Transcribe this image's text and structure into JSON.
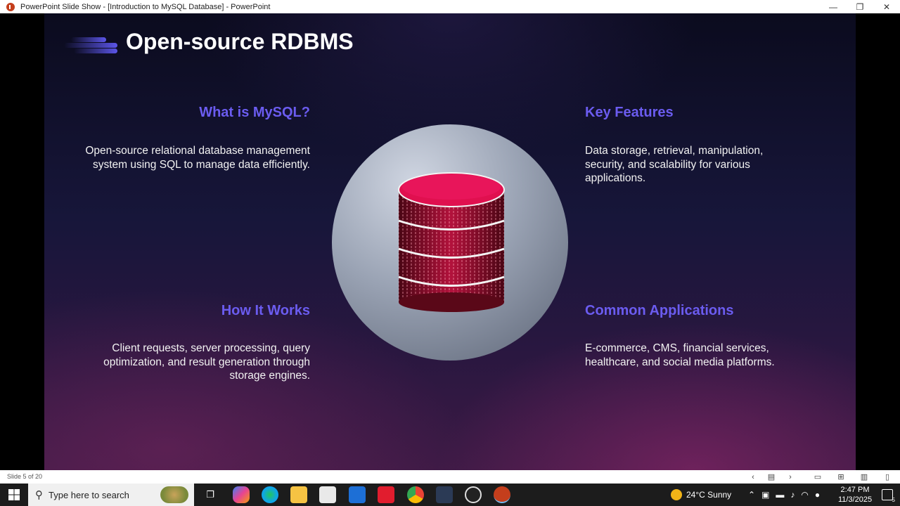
{
  "window": {
    "title": "PowerPoint Slide Show - [Introduction to MySQL Database] - PowerPoint",
    "minimize_glyph": "—",
    "restore_glyph": "❐",
    "close_glyph": "✕"
  },
  "slide": {
    "title": "Open-source RDBMS",
    "sections": [
      {
        "heading": "What is MySQL?",
        "body": "Open-source relational database management system using SQL to manage data efficiently."
      },
      {
        "heading": "Key Features",
        "body": "Data storage, retrieval, manipulation, security, and scalability for various applications."
      },
      {
        "heading": "How It Works",
        "body": "Client requests, server processing, query optimization, and result generation through storage engines."
      },
      {
        "heading": "Common Applications",
        "body": "E-commerce, CMS, financial services, healthcare, and social media platforms."
      }
    ],
    "image_icon": "database-icon",
    "colors": {
      "heading": "#6b5cf0",
      "database_top": "#e0104f",
      "database_body": "#7a0a25"
    }
  },
  "statusbar": {
    "slide_info": "Slide 5 of 20",
    "icons": [
      "previous-icon",
      "menu-icon",
      "next-icon",
      "normal-view-icon",
      "slide-sorter-icon",
      "reading-view-icon",
      "slideshow-icon"
    ]
  },
  "taskbar": {
    "search_placeholder": "Type here to search",
    "apps": [
      "task-view-icon",
      "copilot-icon",
      "edge-icon",
      "file-explorer-icon",
      "store-icon",
      "outlook-icon",
      "app-red-icon",
      "chrome-icon",
      "vscode-icon",
      "obs-icon",
      "powerpoint-icon"
    ],
    "weather": "24°C  Sunny",
    "time": "2:47 PM",
    "date": "11/3/2025",
    "notification_count": "5"
  }
}
